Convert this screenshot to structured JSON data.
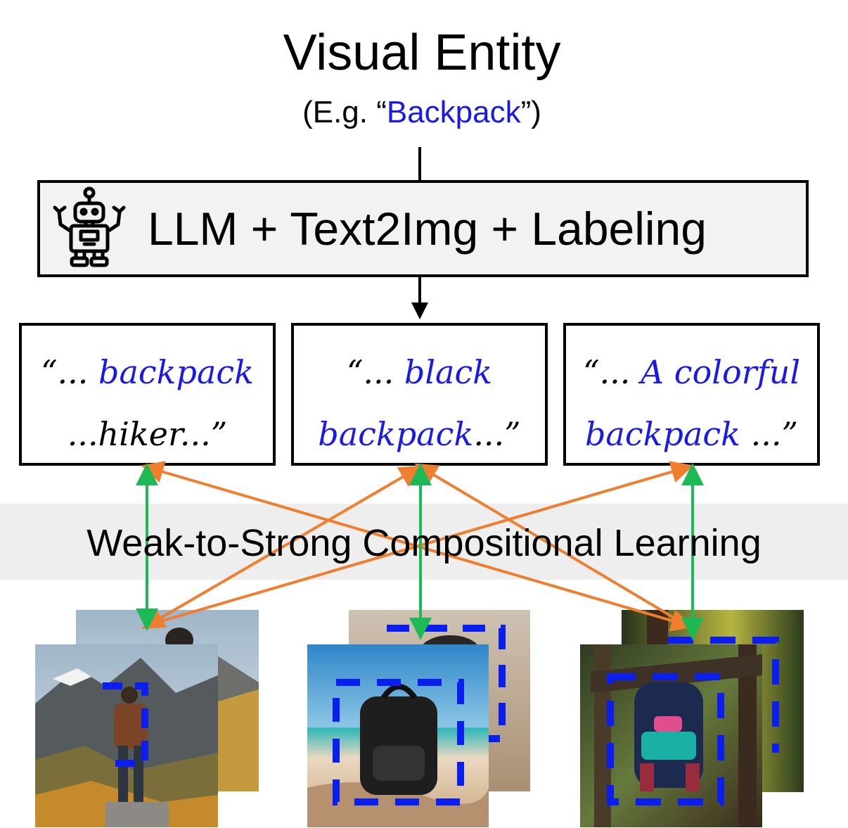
{
  "header": {
    "title": "Visual Entity",
    "subtitle_prefix": "(E.g. “",
    "subtitle_entity": "Backpack",
    "subtitle_suffix": "”)"
  },
  "pipeline": {
    "label": "LLM + Text2Img + Labeling",
    "icon": "robot-icon"
  },
  "captions": [
    {
      "line1_black": "“... ",
      "line1_blue": "backpack",
      "line2_black": "...hiker...”",
      "line2_blue": ""
    },
    {
      "line1_black": "“... ",
      "line1_blue": "black",
      "line2_blue": "backpack",
      "line2_black": "...”"
    },
    {
      "line1_black": "“... ",
      "line1_blue": "A colorful",
      "line2_blue": "backpack",
      "line2_black": " ...”"
    }
  ],
  "band": {
    "label": "Weak-to-Strong Compositional Learning"
  },
  "colors": {
    "entity_blue": "#1a1ae6",
    "strong_arrow": "#1db954",
    "weak_arrow": "#ef7f2f",
    "box_dashes": "#0a1ef0",
    "band_bg": "#eeeeee",
    "llm_box_bg": "#f2f2f2"
  }
}
